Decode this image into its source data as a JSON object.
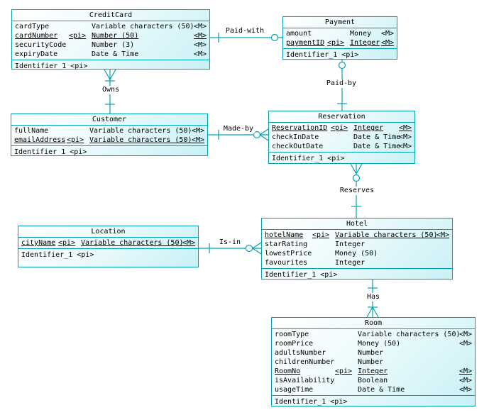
{
  "diagram": {
    "type": "conceptual-er-diagram",
    "background_color": "#ffffff",
    "accent_color": "#00a2b2",
    "entity_fill_start": "#ffffff",
    "entity_fill_end": "#c8f1f6",
    "text_color": "#000000"
  },
  "entities": [
    {
      "id": "creditcard",
      "title": "CreditCard",
      "attributes": [
        {
          "name": "cardType",
          "pi": "",
          "type": "Variable characters (50)",
          "m": "<M>",
          "key": false
        },
        {
          "name": "cardNumber",
          "pi": "<pi>",
          "type": "Number (50)",
          "m": "<M>",
          "key": true
        },
        {
          "name": "securityCode",
          "pi": "",
          "type": "Number (3)",
          "m": "<M>",
          "key": false
        },
        {
          "name": "expiryDate",
          "pi": "",
          "type": "Date & Time",
          "m": "<M>",
          "key": false
        }
      ],
      "identifier": "Identifier_1 <pi>"
    },
    {
      "id": "payment",
      "title": "Payment",
      "attributes": [
        {
          "name": "amount",
          "pi": "",
          "type": "Money",
          "m": "<M>",
          "key": false
        },
        {
          "name": "paymentID",
          "pi": "<pi>",
          "type": "Integer",
          "m": "<M>",
          "key": true
        }
      ],
      "identifier": "Identifier_1 <pi>"
    },
    {
      "id": "customer",
      "title": "Customer",
      "attributes": [
        {
          "name": "fullName",
          "pi": "",
          "type": "Variable characters (50)",
          "m": "<M>",
          "key": false
        },
        {
          "name": "emailAddress",
          "pi": "<pi>",
          "type": "Variable characters (50)",
          "m": "<M>",
          "key": true
        }
      ],
      "identifier": "Identifier_1 <pi>"
    },
    {
      "id": "reservation",
      "title": "Reservation",
      "attributes": [
        {
          "name": "ReservationID",
          "pi": "<pi>",
          "type": "Integer",
          "m": "<M>",
          "key": true
        },
        {
          "name": "checkInDate",
          "pi": "",
          "type": "Date & Time",
          "m": "<M>",
          "key": false
        },
        {
          "name": "checkOutDate",
          "pi": "",
          "type": "Date & Time",
          "m": "<M>",
          "key": false
        }
      ],
      "identifier": "Identifier_1 <pi>"
    },
    {
      "id": "location",
      "title": "Location",
      "attributes": [
        {
          "name": "cityName",
          "pi": "<pi>",
          "type": "Variable characters (50)",
          "m": "<M>",
          "key": true
        }
      ],
      "identifier": "Identifier_1 <pi>"
    },
    {
      "id": "hotel",
      "title": "Hotel",
      "attributes": [
        {
          "name": "hotelName",
          "pi": "<pi>",
          "type": "Variable characters (50)",
          "m": "<M>",
          "key": true
        },
        {
          "name": "starRating",
          "pi": "",
          "type": "Integer",
          "m": "",
          "key": false
        },
        {
          "name": "lowestPrice",
          "pi": "",
          "type": "Money (50)",
          "m": "",
          "key": false
        },
        {
          "name": "favourites",
          "pi": "",
          "type": "Integer",
          "m": "",
          "key": false
        }
      ],
      "identifier": "Identifier_1 <pi>"
    },
    {
      "id": "room",
      "title": "Room",
      "attributes": [
        {
          "name": "roomType",
          "pi": "",
          "type": "Variable characters (50)",
          "m": "<M>",
          "key": false
        },
        {
          "name": "roomPrice",
          "pi": "",
          "type": "Money (50)",
          "m": "<M>",
          "key": false
        },
        {
          "name": "adultsNumber",
          "pi": "",
          "type": "Number",
          "m": "",
          "key": false
        },
        {
          "name": "childrenNumber",
          "pi": "",
          "type": "Number",
          "m": "",
          "key": false
        },
        {
          "name": "RoomNo",
          "pi": "<pi>",
          "type": "Integer",
          "m": "<M>",
          "key": true
        },
        {
          "name": "isAvailability",
          "pi": "",
          "type": "Boolean",
          "m": "<M>",
          "key": false
        },
        {
          "name": "usageTime",
          "pi": "",
          "type": "Date & Time",
          "m": "<M>",
          "key": false
        }
      ],
      "identifier": "Identifier_1 <pi>"
    }
  ],
  "relationships": [
    {
      "label": "Paid-with",
      "from": "CreditCard",
      "to": "Payment",
      "from_end": "one-bar",
      "to_end": "circle"
    },
    {
      "label": "Owns",
      "from": "CreditCard",
      "to": "Customer",
      "from_end": "crow-foot-bar",
      "to_end": "one-bar"
    },
    {
      "label": "Paid-by",
      "from": "Payment",
      "to": "Reservation",
      "from_end": "circle",
      "to_end": "one-bar"
    },
    {
      "label": "Made-by",
      "from": "Customer",
      "to": "Reservation",
      "from_end": "one-bar",
      "to_end": "circle-crow-foot"
    },
    {
      "label": "Reserves",
      "from": "Reservation",
      "to": "Hotel",
      "from_end": "circle-crow-foot",
      "to_end": "one-bar"
    },
    {
      "label": "Is-in",
      "from": "Location",
      "to": "Hotel",
      "from_end": "one-bar",
      "to_end": "circle-crow-foot"
    },
    {
      "label": "Has",
      "from": "Hotel",
      "to": "Room",
      "from_end": "one-bar",
      "to_end": "bar-crow-foot"
    }
  ]
}
